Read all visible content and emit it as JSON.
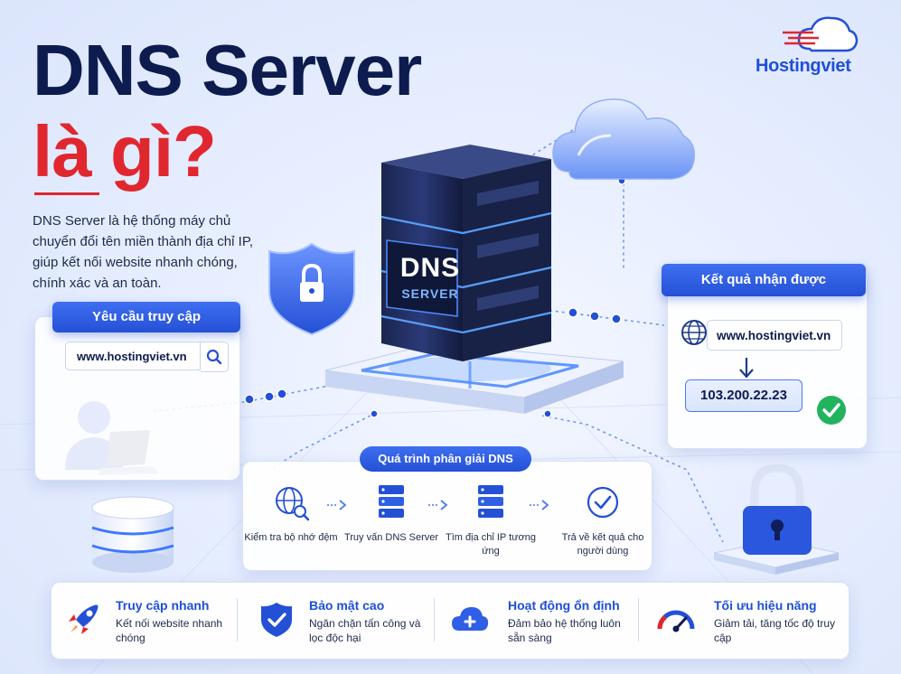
{
  "brand": {
    "name": "Hostingviet"
  },
  "title": {
    "line1": "DNS Server",
    "line2": "là gì?"
  },
  "description": "DNS Server là hệ thống máy chủ chuyển đổi tên miền thành địa chỉ IP, giúp kết nối website nhanh chóng, chính xác và an toàn.",
  "server_label": {
    "big": "DNS",
    "small": "SERVER"
  },
  "request_panel": {
    "title": "Yêu cầu truy cập",
    "input_value": "www.hostingviet.vn"
  },
  "result_panel": {
    "title": "Kết quả nhận được",
    "domain": "www.hostingviet.vn",
    "ip": "103.200.22.23"
  },
  "process": {
    "title": "Quá trình phân giải DNS",
    "steps": [
      {
        "label": "Kiểm tra bộ nhớ đệm",
        "icon": "globe-search-icon"
      },
      {
        "label": "Truy vấn DNS Server",
        "icon": "server-icon"
      },
      {
        "label": "Tìm địa chỉ IP tương ứng",
        "icon": "server-icon"
      },
      {
        "label": "Trả về kết quả cho người dùng",
        "icon": "check-circle-icon"
      }
    ]
  },
  "features": [
    {
      "title": "Truy cập nhanh",
      "desc": "Kết nối website nhanh chóng",
      "icon": "rocket-icon"
    },
    {
      "title": "Bảo mật cao",
      "desc": "Ngăn chặn tấn công và lọc độc hại",
      "icon": "shield-check-icon"
    },
    {
      "title": "Hoạt động ổn định",
      "desc": "Đảm bảo hệ thống luôn sẵn sàng",
      "icon": "cloud-plus-icon"
    },
    {
      "title": "Tối ưu hiệu năng",
      "desc": "Giảm tải, tăng tốc độ truy cập",
      "icon": "speedometer-icon"
    }
  ],
  "colors": {
    "navy": "#0d1b4f",
    "red": "#e0272f",
    "blue": "#2450d6",
    "green": "#22b35e"
  }
}
